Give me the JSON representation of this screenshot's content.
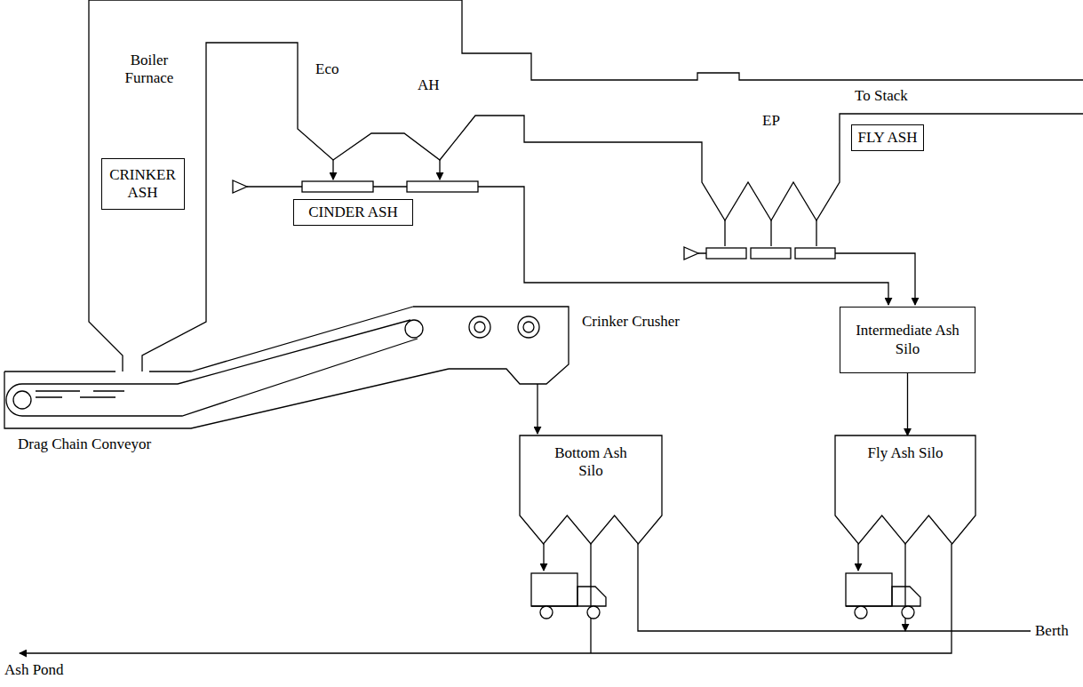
{
  "diagram": {
    "nodes": [
      {
        "text": [
          "CRINKER ASH"
        ]
      },
      {
        "text": [
          "CINDER ASH"
        ]
      },
      {
        "text": [
          "FLY ASH"
        ]
      },
      {
        "text": [
          "Intermediate Ash Silo"
        ]
      },
      {
        "text": [
          "Bottom Ash Silo"
        ]
      },
      {
        "text": [
          "Fly Ash Silo"
        ]
      }
    ],
    "edges": [
      {
        "from": 3,
        "to": 5,
        "arrow": "to"
      }
    ],
    "labels": [
      "Boiler Furnace",
      "Eco",
      "AH",
      "To Stack",
      "EP",
      "Crinker Crusher",
      "Drag Chain Conveyor",
      "Ash Pond",
      "Berth"
    ]
  }
}
